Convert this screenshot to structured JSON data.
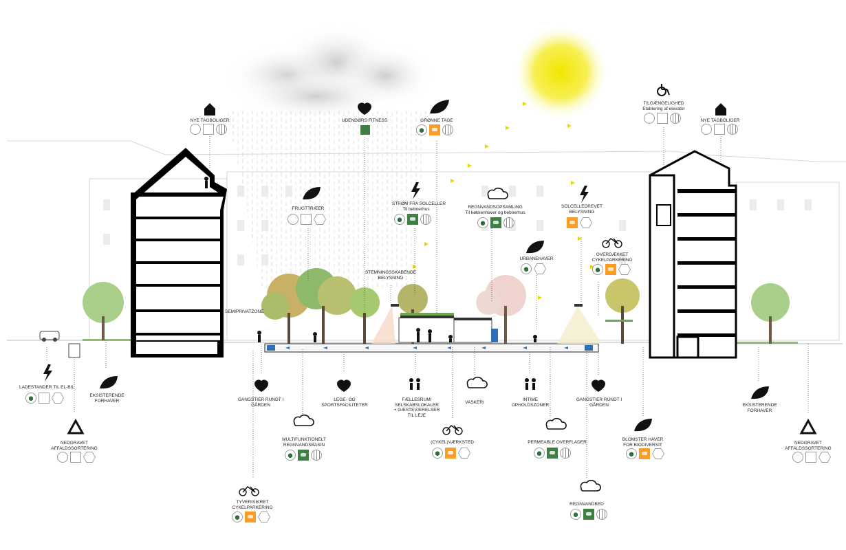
{
  "colors": {
    "accent_sun": "#f2e500",
    "sdg_green": "#3f7e44",
    "sdg_orange": "#f99d26",
    "ink": "#111111"
  },
  "labels": {
    "nye_tagboliger_left": "NYE TAGBOLIGER",
    "udendors_fitness": "UDENDØRS FITNESS",
    "gronne_tage": "GRØNNE TAGE",
    "tilgaengelighed": "TILGÆNGELIGHED",
    "tilgaengelighed_sub": "Etablering af elevator",
    "nye_tagboliger_right": "NYE TAGBOLIGER",
    "frugttraeer": "FRUGTTRÆER",
    "strom_solceller": "STRØM FRA SOLCELLER",
    "strom_solceller_sub": "Til beboerhus",
    "regnvandsopsamling": "REGNVANDSOPSAMLING",
    "regnvandsopsamling_sub": "Til køkkenhaver og beboerhus",
    "solcelledrevet_1": "SOLCELLEDREVET",
    "solcelledrevet_2": "BELYSNING",
    "urbanehaver": "URBANEHAVER",
    "overdaekket_1": "OVERDÆKKET",
    "overdaekket_2": "CYKELPARKERING",
    "stemning_1": "STEMNINGSSKABENDE",
    "stemning_2": "BELYSNING",
    "semiprivatzone": "SEMIPRIVATZONE",
    "ladestander": "LADESTANDER TIL EL-BIL",
    "eksisterende_left_1": "EKSISTERENDE",
    "eksisterende_left_2": "FORHAVER",
    "gangstier_left_1": "GANGSTIER RUNDT I",
    "gangstier_left_2": "GÅRDEN",
    "lege_1": "LEGE- OG",
    "lege_2": "SPORTSFACILITETER",
    "faelles_1": "FÆLLESRUM/",
    "faelles_2": "SELSKABSLOKALER",
    "faelles_3": "+ GÆSTEVÆRELSER",
    "faelles_4": "TIL LEJE",
    "vaskeri": "VASKERI",
    "intime_1": "INTIME",
    "intime_2": "OPHOLDSZONER",
    "gangstier_right_1": "GANGSTIER RUNDT I",
    "gangstier_right_2": "GÅRDEN",
    "eksisterende_right_1": "EKSISTERENDE",
    "eksisterende_right_2": "FORHAVER",
    "nedgravet_left_1": "NEDGRAVET",
    "nedgravet_left_2": "AFFALDSSORTERING",
    "multifunk_1": "MULTIFUNKTIONELT",
    "multifunk_2": "REGNVANDSBASIN",
    "cykelvaerksted": "(CYKEL)VÆRKSTED",
    "permeable": "PERMEABLE OVERFLADER",
    "blomster_1": "BLOMSTER HAVER",
    "blomster_2": "FOR BIODIVERSIT",
    "nedgravet_right_1": "NEDGRAVET",
    "nedgravet_right_2": "AFFALDSSORTERING",
    "tyverisikret_1": "TYVERISIKRET",
    "tyverisikret_2": "CYKELPARKERING",
    "regnvandbed": "REGNVANDBED"
  }
}
